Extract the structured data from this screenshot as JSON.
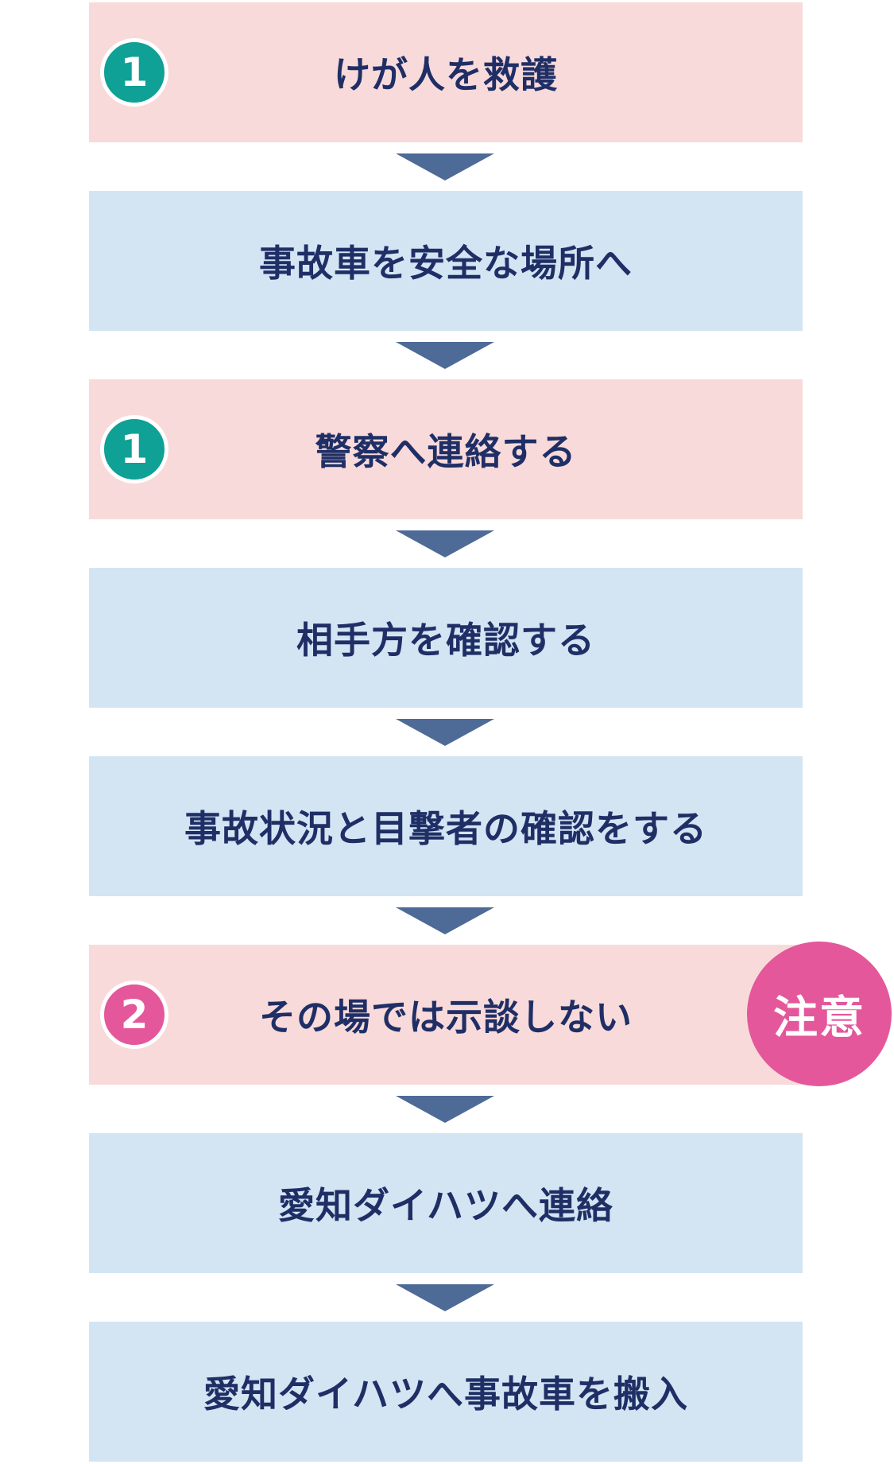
{
  "colors": {
    "pink_box": "#f9dada",
    "blue_box": "#d3e5f3",
    "teal_badge": "#0fa096",
    "magenta_badge": "#e4579b",
    "arrow": "#4e6a97",
    "text": "#1f2f66"
  },
  "steps": [
    {
      "label": "けが人を救護",
      "badge": "1",
      "style": "pink"
    },
    {
      "label": "事故車を安全な場所へ",
      "badge": "",
      "style": "blue"
    },
    {
      "label": "警察へ連絡する",
      "badge": "1",
      "style": "pink"
    },
    {
      "label": "相手方を確認する",
      "badge": "",
      "style": "blue"
    },
    {
      "label": "事故状況と目撃者の確認をする",
      "badge": "",
      "style": "blue"
    },
    {
      "label": "その場では示談しない",
      "badge": "2",
      "style": "pink"
    },
    {
      "label": "愛知ダイハツへ連絡",
      "badge": "",
      "style": "blue"
    },
    {
      "label": "愛知ダイハツへ事故車を搬入",
      "badge": "",
      "style": "blue"
    }
  ],
  "caution_label": "注意"
}
